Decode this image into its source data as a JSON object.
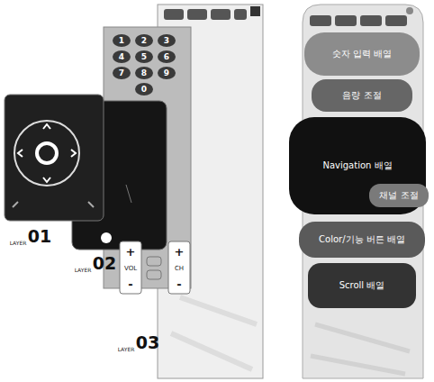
{
  "diagram": {
    "nodes": [
      {
        "text": [
          "숫자 입력 배열"
        ]
      },
      {
        "text": [
          "음량 조절"
        ]
      },
      {
        "text": [
          "Navigation 배열"
        ]
      },
      {
        "text": [
          "채널 조절"
        ]
      },
      {
        "text": [
          "Color/기능 버튼 배열"
        ]
      },
      {
        "text": [
          "Scroll 배열"
        ]
      }
    ],
    "labels": [
      "LAYER",
      "01",
      "LAYER",
      "02",
      "LAYER",
      "03",
      "VOL",
      "CH",
      "1",
      "2",
      "3",
      "4",
      "5",
      "6",
      "7",
      "8",
      "9",
      "0",
      "+",
      "-",
      "+",
      "-"
    ]
  }
}
